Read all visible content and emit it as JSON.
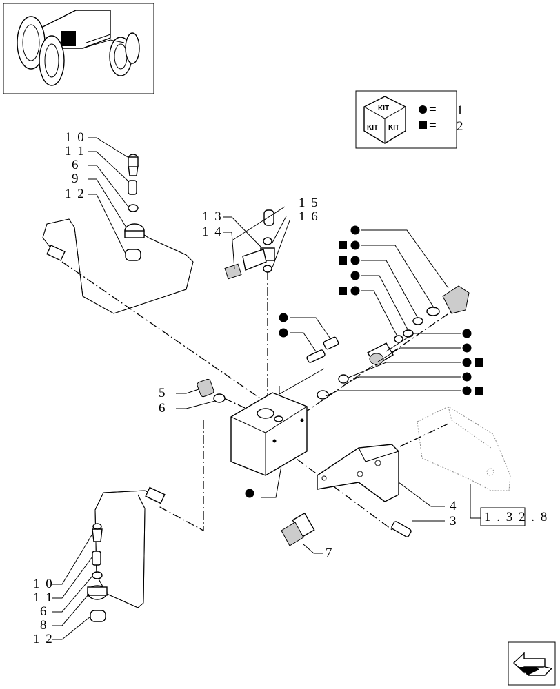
{
  "thumbnail": {
    "icon": "tractor-thumbnail-icon"
  },
  "kit_legend": {
    "icon": "kit-cube-icon",
    "cube_text": [
      "KIT",
      "KIT",
      "KIT"
    ],
    "entries": [
      {
        "symbol": "circle",
        "equals": "=",
        "value": "1"
      },
      {
        "symbol": "square",
        "equals": "=",
        "value": "2"
      }
    ]
  },
  "callouts": {
    "c10_top": "1 0",
    "c11_top": "1 1",
    "c6_top": "6",
    "c9": "9",
    "c12_top": "1 2",
    "c13": "1 3",
    "c14": "1 4",
    "c15": "1 5",
    "c16": "1 6",
    "c5": "5",
    "c6_mid": "6",
    "c4": "4",
    "c3": "3",
    "c7": "7",
    "c10_bot": "1 0",
    "c11_bot": "1 1",
    "c6_bot": "6",
    "c8": "8",
    "c12_bot": "1 2"
  },
  "reference": {
    "text": "1 . 3 2 . 8"
  },
  "nav": {
    "icon": "next-page-arrow-icon"
  }
}
